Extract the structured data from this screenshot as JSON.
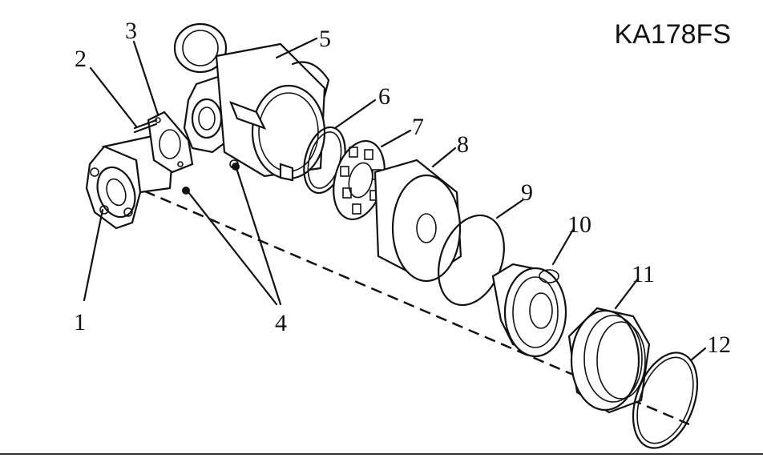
{
  "model": "KA178FS",
  "labels": {
    "p1": "1",
    "p2": "2",
    "p3": "3",
    "p4": "4",
    "p5": "5",
    "p6": "6",
    "p7": "7",
    "p8": "8",
    "p9": "9",
    "p10": "10",
    "p11": "11",
    "p12": "12"
  }
}
